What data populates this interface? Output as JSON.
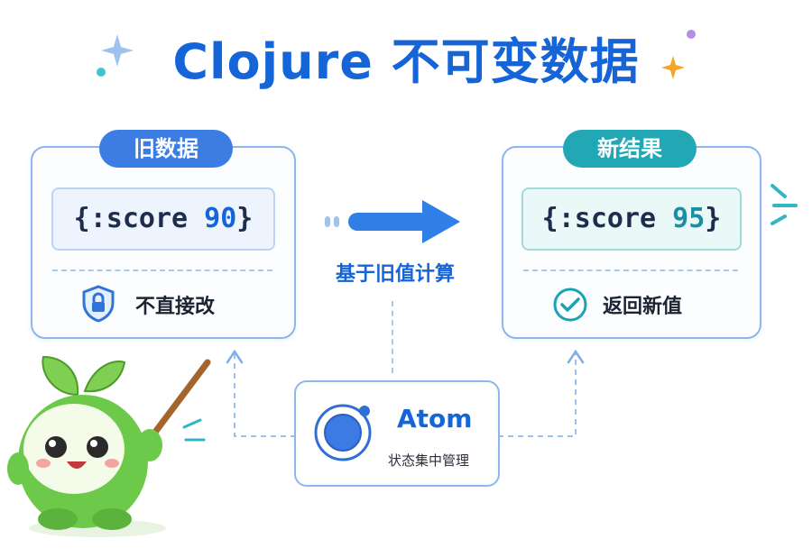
{
  "title": "Clojure 不可变数据",
  "left_card": {
    "badge": "旧数据",
    "code_prefix": "{:score ",
    "code_value": "90",
    "code_suffix": "}",
    "note": "不直接改",
    "note_icon": "lock-shield-icon"
  },
  "right_card": {
    "badge": "新结果",
    "code_prefix": "{:score ",
    "code_value": "95",
    "code_suffix": "}",
    "note": "返回新值",
    "note_icon": "check-circle-icon"
  },
  "arrow": {
    "label": "基于旧值计算"
  },
  "atom": {
    "title": "Atom",
    "subtitle": "状态集中管理",
    "icon": "atom-orbit-icon"
  },
  "colors": {
    "primary_blue": "#1565d8",
    "teal": "#1fa7b3",
    "panel_border": "#8fb6ec",
    "mascot_green": "#6cc94a"
  }
}
